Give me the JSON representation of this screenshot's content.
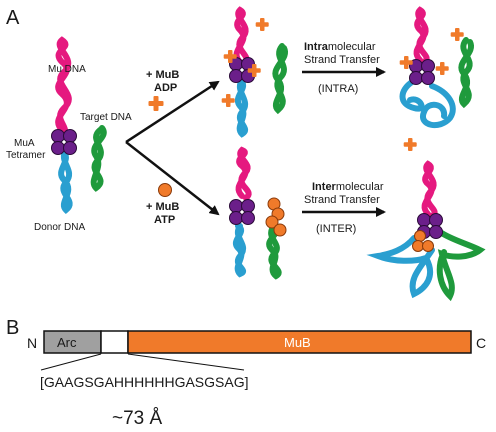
{
  "panel_a": {
    "letter": "A",
    "labels": {
      "mu_dna": "Mu DNA",
      "mua_line1": "MuA",
      "mua_line2": "Tetramer",
      "target_dna": "Target DNA",
      "donor_dna": "Donor DNA"
    },
    "upper_condition": {
      "line1": "+ MuB",
      "line2": "ADP"
    },
    "lower_condition": {
      "line1": "+ MuB",
      "line2": "ATP"
    },
    "intra": {
      "prefix": "Intra",
      "line1_rest": "molecular",
      "line2": "Strand Transfer",
      "abbrev": "(INTRA)"
    },
    "inter": {
      "prefix": "Inter",
      "line1_rest": "molecular",
      "line2": "Strand Transfer",
      "abbrev": "(INTER)"
    },
    "colors": {
      "mu_dna": "#e5197f",
      "target_dna": "#1f9a3c",
      "donor_dna": "#2a9fd0",
      "mua": "#6b1f8a",
      "mub": "#f07a2a"
    }
  },
  "panel_b": {
    "letter": "B",
    "n_label": "N",
    "c_label": "C",
    "arc_label": "Arc",
    "mub_label": "MuB",
    "linker_sequence": "[GAAGSGAHHHHHHGASGSAG]",
    "distance": "~73 Å",
    "colors": {
      "arc": "#a0a0a0",
      "linker": "#ffffff",
      "mub": "#f07a2a"
    }
  }
}
